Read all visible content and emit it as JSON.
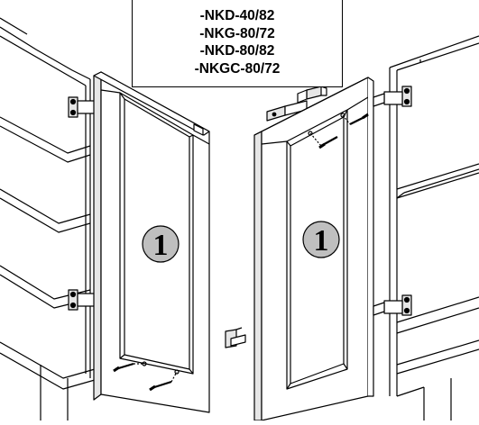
{
  "labels": [
    "-NKD-40/82",
    "-NKG-80/72",
    "-NKD-80/82",
    "-NKGC-80/72"
  ],
  "callouts": {
    "left_door_number": "1",
    "right_door_number": "1"
  },
  "colors": {
    "line": "#000000",
    "door_panel": "#ffffff",
    "callout_fill": "#bfbfbf",
    "frame_shade": "#e6e6e6"
  }
}
